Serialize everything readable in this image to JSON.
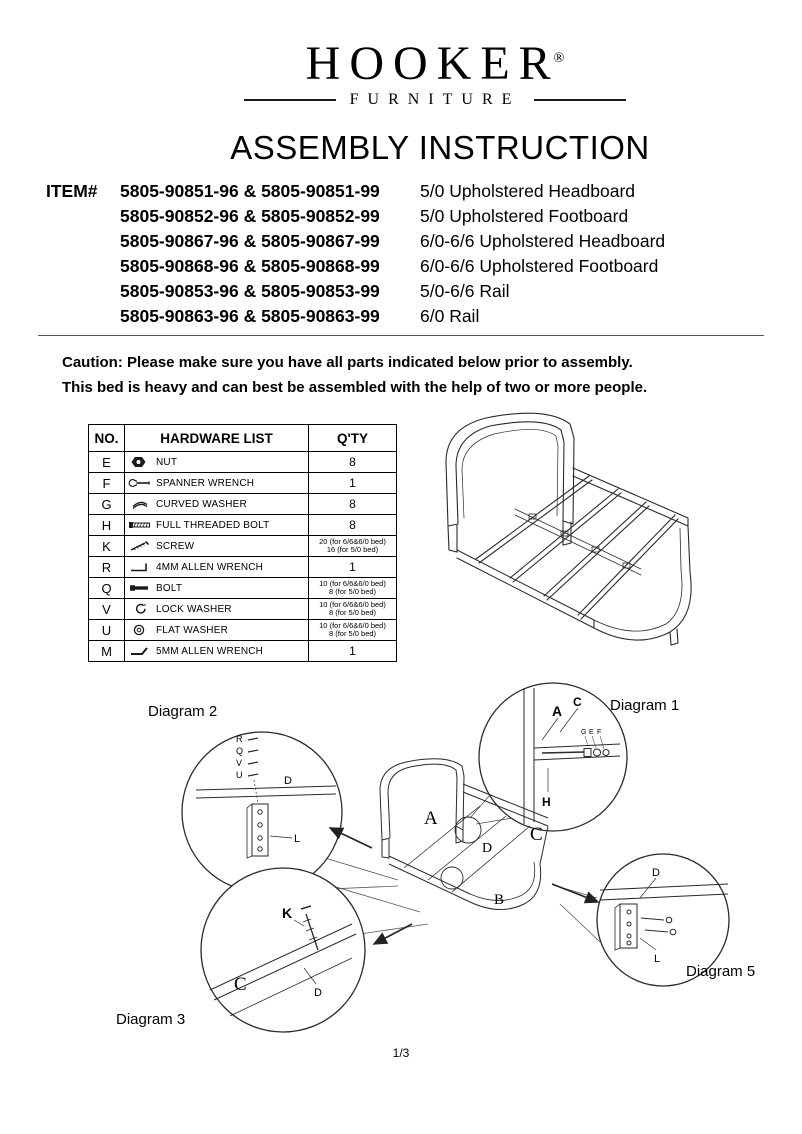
{
  "header": {
    "brand": "HOOKER",
    "registered": "®",
    "brand_sub": "FURNITURE",
    "title": "ASSEMBLY INSTRUCTION"
  },
  "item_section": {
    "label": "ITEM#",
    "rows": [
      {
        "codes": "5805-90851-96 & 5805-90851-99",
        "desc": "5/0 Upholstered Headboard"
      },
      {
        "codes": "5805-90852-96 & 5805-90852-99",
        "desc": "5/0 Upholstered Footboard"
      },
      {
        "codes": "5805-90867-96 & 5805-90867-99",
        "desc": "6/0-6/6 Upholstered Headboard"
      },
      {
        "codes": "5805-90868-96 & 5805-90868-99",
        "desc": "6/0-6/6 Upholstered Footboard"
      },
      {
        "codes": "5805-90853-96 & 5805-90853-99",
        "desc": "5/0-6/6 Rail"
      },
      {
        "codes": "5805-90863-96 & 5805-90863-99",
        "desc": "6/0 Rail"
      }
    ]
  },
  "caution": {
    "line1": "Caution: Please make sure you have all parts indicated below prior to assembly.",
    "line2": "This bed is heavy and can best be assembled with the help of two or more people."
  },
  "hardware_table": {
    "headers": {
      "no": "NO.",
      "name": "HARDWARE LIST",
      "qty": "Q'TY"
    },
    "rows": [
      {
        "no": "E",
        "icon": "nut-icon",
        "name": "NUT",
        "qty": "8",
        "qty2": ""
      },
      {
        "no": "F",
        "icon": "spanner-wrench-icon",
        "name": "SPANNER WRENCH",
        "qty": "1",
        "qty2": ""
      },
      {
        "no": "G",
        "icon": "curved-washer-icon",
        "name": "CURVED WASHER",
        "qty": "8",
        "qty2": ""
      },
      {
        "no": "H",
        "icon": "full-threaded-bolt-icon",
        "name": "FULL THREADED BOLT",
        "qty": "8",
        "qty2": ""
      },
      {
        "no": "K",
        "icon": "screw-icon",
        "name": "SCREW",
        "qty": "20 (for 6/6&6/0 bed)",
        "qty2": "16  (for 5/0 bed)"
      },
      {
        "no": "R",
        "icon": "allen-wrench-4mm-icon",
        "name": "4MM ALLEN WRENCH",
        "qty": "1",
        "qty2": ""
      },
      {
        "no": "Q",
        "icon": "bolt-icon",
        "name": "BOLT",
        "qty": "10 (for 6/6&6/0 bed)",
        "qty2": "8  (for 5/0 bed)"
      },
      {
        "no": "V",
        "icon": "lock-washer-icon",
        "name": "LOCK WASHER",
        "qty": "10 (for 6/6&6/0 bed)",
        "qty2": "8  (for 5/0 bed)"
      },
      {
        "no": "U",
        "icon": "flat-washer-icon",
        "name": "FLAT WASHER",
        "qty": "10 (for 6/6&6/0 bed)",
        "qty2": "8  (for 5/0 bed)"
      },
      {
        "no": "M",
        "icon": "allen-wrench-5mm-icon",
        "name": "5MM ALLEN WRENCH",
        "qty": "1",
        "qty2": ""
      }
    ]
  },
  "diagrams": {
    "d1_title": "Diagram 1",
    "d2_title": "Diagram 2",
    "d3_title": "Diagram 3",
    "d5_title": "Diagram 5",
    "labels": {
      "center_a": "A",
      "center_b": "B",
      "center_c": "C",
      "center_d": "D",
      "d1_a": "A",
      "d1_c": "C",
      "d1_g": "G",
      "d1_e": "E",
      "d1_f": "F",
      "d1_h": "H",
      "d2_r": "R",
      "d2_q": "Q",
      "d2_v": "V",
      "d2_u": "U",
      "d2_d": "D",
      "d2_l": "L",
      "d3_k": "K",
      "d3_c": "C",
      "d3_d": "D",
      "d5_d": "D",
      "d5_l": "L"
    }
  },
  "footer": {
    "page": "1/3"
  }
}
